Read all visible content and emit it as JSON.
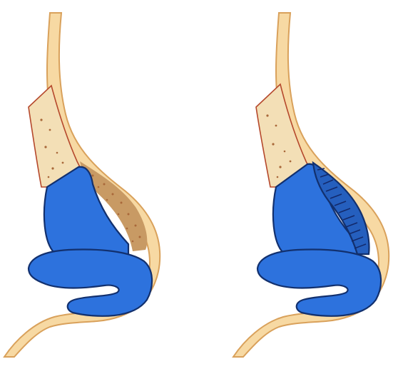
{
  "colors": {
    "skin": "#f7d9a3",
    "skin_outline": "#d9a15b",
    "bone": "#f3dfb6",
    "bone_outline": "#b5482c",
    "cartilage": "#2d72dd",
    "cartilage_outline": "#12306e",
    "crushed_graft": "#c89a64",
    "striped_graft": "#2f64c8"
  },
  "panels": [
    {
      "id": "left",
      "graft_style": "crushed"
    },
    {
      "id": "right",
      "graft_style": "striped"
    }
  ]
}
